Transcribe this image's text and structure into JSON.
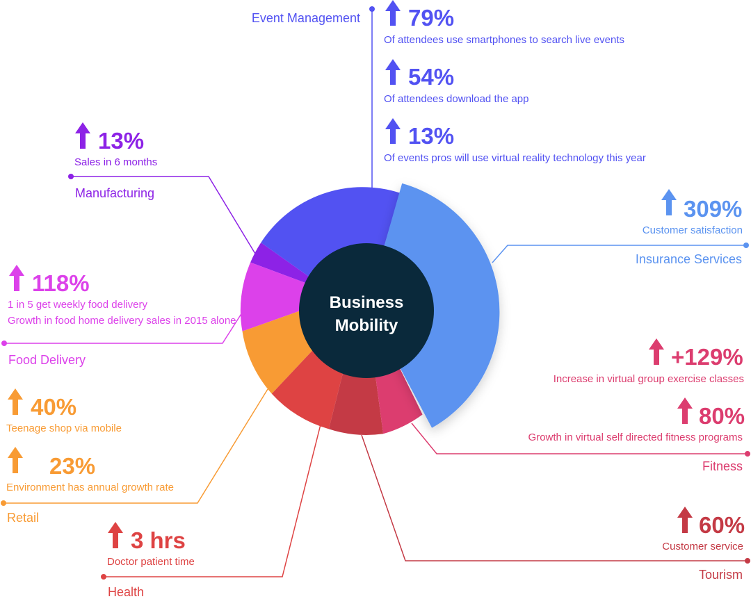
{
  "center": {
    "line1": "Business",
    "line2": "Mobility"
  },
  "colors": {
    "event": "#5252f2",
    "insurance": "#5b93f0",
    "fitness": "#dc3d6f",
    "tourism": "#c43a45",
    "health": "#de4343",
    "retail": "#f89b34",
    "food": "#dc41ea",
    "manufacturing": "#8d22e6",
    "center": "#0a293b"
  },
  "event_management": {
    "label": "Event Management",
    "stats": [
      {
        "value": "79%",
        "desc": "Of attendees use smartphones to search live events"
      },
      {
        "value": "54%",
        "desc": "Of attendees download the app"
      },
      {
        "value": "13%",
        "desc": "Of events pros will use virtual reality technology this year"
      }
    ]
  },
  "insurance_services": {
    "label": "Insurance Services",
    "stats": [
      {
        "value": "309%",
        "desc": "Customer satisfaction"
      }
    ]
  },
  "fitness": {
    "label": "Fitness",
    "stats": [
      {
        "value": "+129%",
        "desc": "Increase in virtual group exercise classes"
      },
      {
        "value": "80%",
        "desc": "Growth in virtual self directed fitness programs"
      }
    ]
  },
  "tourism": {
    "label": "Tourism",
    "stats": [
      {
        "value": "60%",
        "desc": "Customer service"
      }
    ]
  },
  "health": {
    "label": "Health",
    "stats": [
      {
        "value": "3 hrs",
        "desc": "Doctor patient time"
      }
    ]
  },
  "retail": {
    "label": "Retail",
    "stats": [
      {
        "value": "40%",
        "desc": "Teenage shop via mobile"
      },
      {
        "value": "23%",
        "desc": "Environment has annual growth rate"
      }
    ]
  },
  "food_delivery": {
    "label": "Food Delivery",
    "stats": [
      {
        "value": "118%",
        "desc1": "1 in 5 get weekly food delivery",
        "desc2": "Growth in food home delivery sales in 2015 alone"
      }
    ]
  },
  "manufacturing": {
    "label": "Manufacturing",
    "stats": [
      {
        "value": "13%",
        "desc": "Sales in 6 months"
      }
    ]
  }
}
